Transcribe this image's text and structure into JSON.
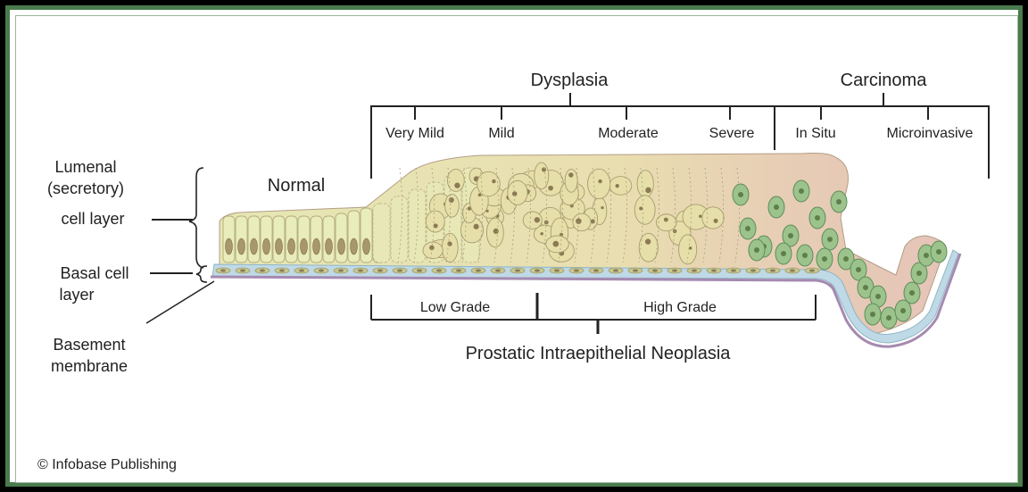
{
  "labels": {
    "dysplasia": "Dysplasia",
    "carcinoma": "Carcinoma",
    "very_mild": "Very Mild",
    "mild": "Mild",
    "moderate": "Moderate",
    "severe": "Severe",
    "in_situ": "In Situ",
    "microinvasive": "Microinvasive",
    "normal": "Normal",
    "lumenal_1": "Lumenal",
    "lumenal_2": "(secretory)",
    "lumenal_3": "cell layer",
    "basal_1": "Basal cell",
    "basal_2": "layer",
    "basement_1": "Basement",
    "basement_2": "membrane",
    "low_grade": "Low Grade",
    "high_grade": "High Grade",
    "pin": "Prostatic Intraepithelial Neoplasia",
    "copyright": "© Infobase Publishing"
  },
  "colors": {
    "frame_green": "#4a7b4c",
    "normal_cell": "#e6e7b4",
    "dysplastic_cell": "#e9deb0",
    "carcinoma_cell": "#e7c8b8",
    "tumor_nucleus": "#98bf8a",
    "basal_layer": "#bfd9e6",
    "basement_membrane": "#a58ab0"
  }
}
